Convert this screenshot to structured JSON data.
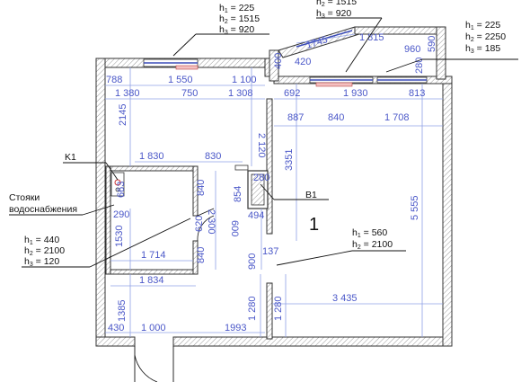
{
  "room_number": "1",
  "labels": {
    "k1": "K1",
    "b1": "B1",
    "risers_line1": "Стояки",
    "risers_line2": "водоснабжения"
  },
  "window_top_left": {
    "h1": "225",
    "h2": "1515",
    "h3": "920"
  },
  "window_top_middle": {
    "h2": "1515",
    "h3": "920"
  },
  "window_top_right": {
    "h1": "225",
    "h2": "2250",
    "h3": "185"
  },
  "opening_left": {
    "h1": "440",
    "h2": "2100",
    "h3": "120"
  },
  "opening_right": {
    "h1": "560",
    "h2": "2100"
  },
  "dims": {
    "d788": "788",
    "d1550": "1 550",
    "d1100": "1 100",
    "d1380": "1 380",
    "d750": "750",
    "d1308": "1 308",
    "d692": "692",
    "d1930": "1 930",
    "d813": "813",
    "d887": "887",
    "d840a": "840",
    "d1708": "1 708",
    "d1745": "1745",
    "d420": "420",
    "d400": "400",
    "d1815": "1 815",
    "d960": "960",
    "d590": "590",
    "d280a": "280",
    "d2145": "2145",
    "d2120": "2 120",
    "d3351": "3351",
    "d5555": "5 555",
    "d1830": "1 830",
    "d830": "830",
    "d663": "663",
    "d280b": "280",
    "d854": "854",
    "d494": "494",
    "d290": "290",
    "d1530": "1530",
    "d840v1": "840",
    "d840v2": "840",
    "d2300": "2 300",
    "d620": "620",
    "d600": "600",
    "d137": "137",
    "d900": "900",
    "d1714": "1 714",
    "d1834": "1 834",
    "d3435": "3 435",
    "d1385": "1385",
    "d1280a": "1 280",
    "d1280b": "1 280",
    "d430": "430",
    "d1000": "1 000",
    "d1993": "1993"
  }
}
